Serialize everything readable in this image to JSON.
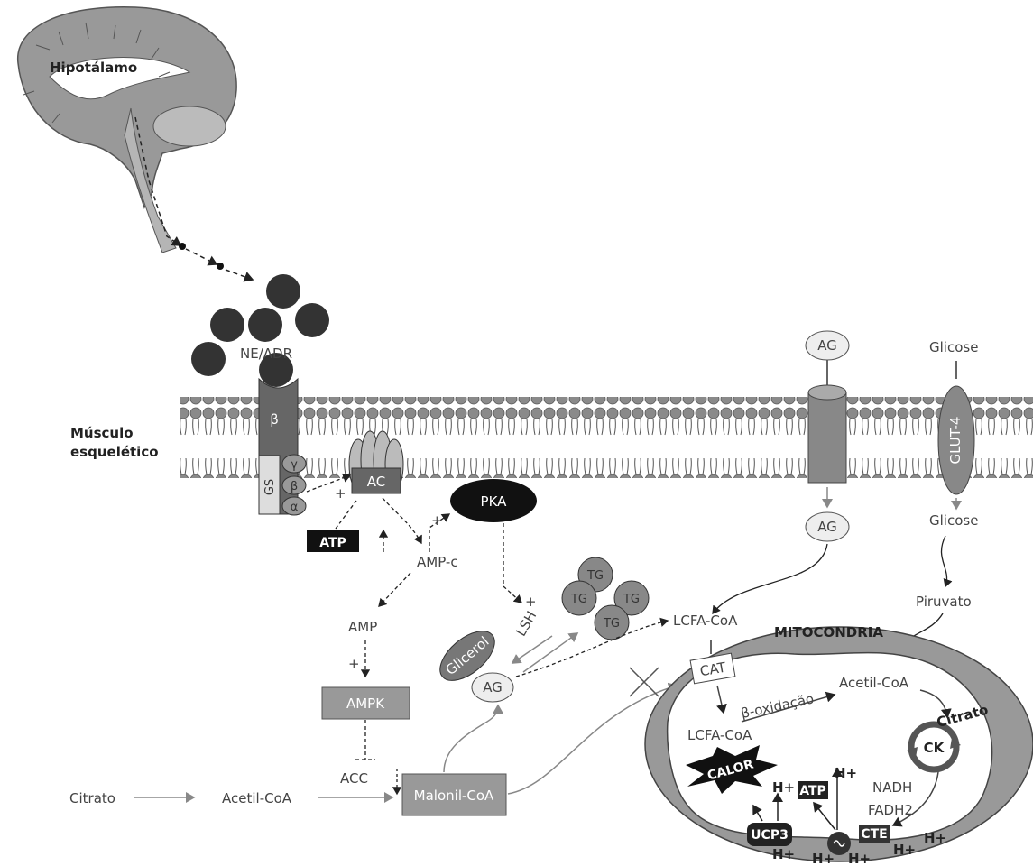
{
  "brain": {
    "hypothalamus": "Hipotálamo"
  },
  "ne_adr": "NE/ADR",
  "membrane": {
    "line1": "Músculo",
    "line2": "esquelético"
  },
  "receptor": {
    "beta": "β",
    "gs": "GS",
    "gamma": "γ",
    "beta_sub": "β",
    "alpha": "α"
  },
  "ac": "AC",
  "pka": "PKA",
  "atp_box": "ATP",
  "amp_c": "AMP-c",
  "amp": "AMP",
  "ampk": "AMPK",
  "acc": "ACC",
  "plus": "+",
  "lsh": "LSH",
  "tg": "TG",
  "glicerol": "Glicerol",
  "ag_small": "AG",
  "citrato_left": "Citrato",
  "acetil_coa_left": "Acetil-CoA",
  "malonil_coa": "Malonil-CoA",
  "ag_top": "AG",
  "ag_mid": "AG",
  "glicose_top": "Glicose",
  "glut4": "GLUT-4",
  "glicose_mid": "Glicose",
  "piruvato": "Piruvato",
  "lcfa_coa_out": "LCFA-CoA",
  "mito": {
    "title": "MITOCONDRIA",
    "cat": "CAT",
    "beta_ox": "β-oxidação",
    "acetil_coa": "Acetil-CoA",
    "lcfa_coa": "LCFA-CoA",
    "citrato": "Citrato",
    "ck": "CK",
    "nadh": "NADH",
    "fadh2": "FADH2",
    "cte": "CTE",
    "calor": "CALOR",
    "atp": "ATP",
    "ucp3": "UCP3",
    "hplus": "H+"
  }
}
